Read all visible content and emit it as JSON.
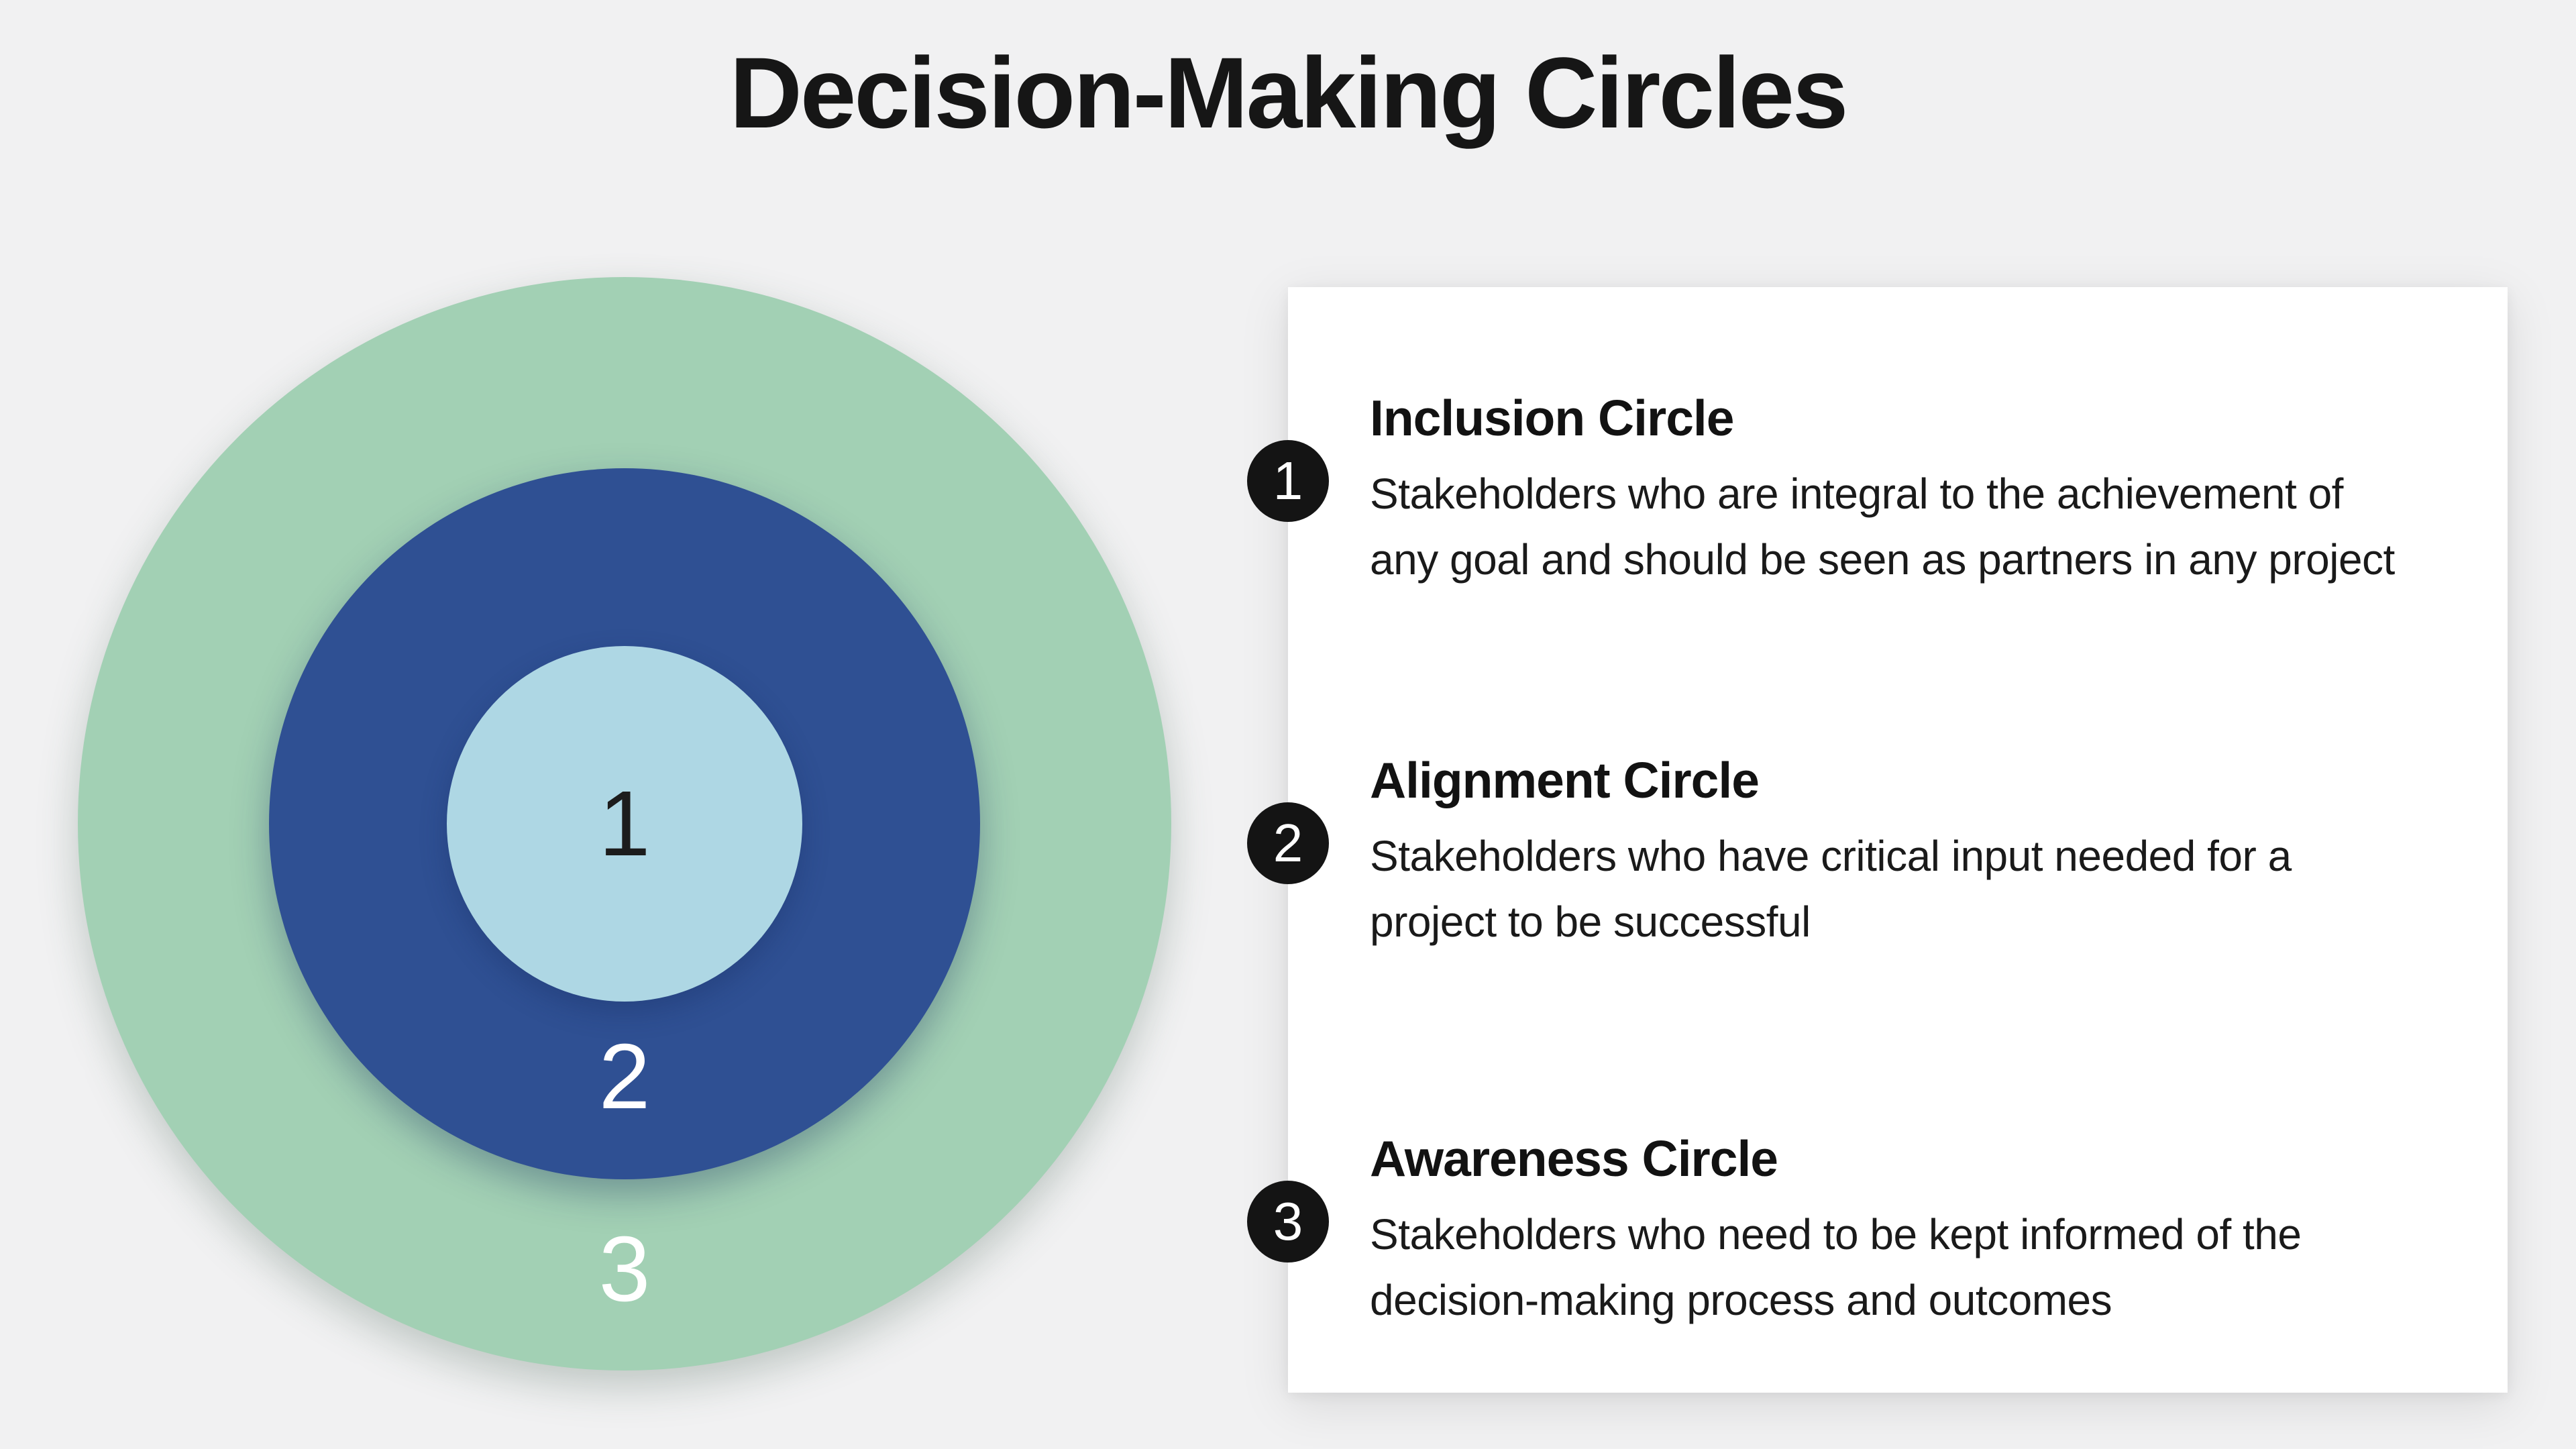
{
  "page": {
    "title": "Decision-Making Circles",
    "background_color": "#f1f1f2"
  },
  "diagram": {
    "rings": [
      {
        "number": "1",
        "name": "inner-circle",
        "color": "#aed7e4",
        "number_color": "#1c1c1c"
      },
      {
        "number": "2",
        "name": "middle-circle",
        "color": "#2f5093",
        "number_color": "#ffffff"
      },
      {
        "number": "3",
        "name": "outer-circle",
        "color": "#a2d0b4",
        "number_color": "#ffffff"
      }
    ]
  },
  "legend": {
    "panel_color": "#ffffff",
    "badge_color": "#141414",
    "badge_text_color": "#ffffff",
    "items": [
      {
        "number": "1",
        "title": "Inclusion Circle",
        "description": "Stakeholders who are integral to the achievement of\nany goal and should be seen as partners in any project"
      },
      {
        "number": "2",
        "title": "Alignment Circle",
        "description": "Stakeholders who have critical input needed for a\nproject to be successful"
      },
      {
        "number": "3",
        "title": "Awareness Circle",
        "description": "Stakeholders who need to be kept informed of the\ndecision-making process and outcomes"
      }
    ]
  }
}
